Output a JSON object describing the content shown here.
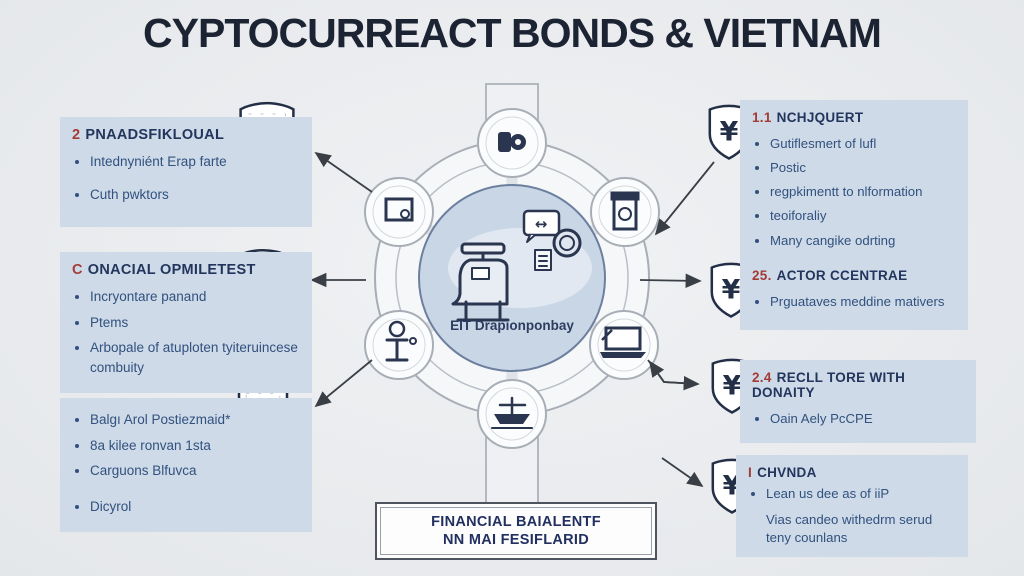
{
  "title": "CYPTOCURREACT BONDS & VIETNAM",
  "colors": {
    "background": "#e9ebee",
    "panel_blue": "#cedae8",
    "heading_navy": "#23355c",
    "accent_red": "#a23b35",
    "bullet_blue": "#31517e",
    "diagram_ring_gray": "#a8aeb6",
    "hub_fill_blue": "#c9d6e6",
    "icon_navy": "#2a3550"
  },
  "left_panels": [
    {
      "number": "2",
      "heading": "PNAADSFIKLOUAL",
      "bullets": [
        "Intednyniént Erap farte",
        "Cuth pwktors"
      ]
    },
    {
      "number": "C",
      "heading": "ONACIAL OPMILETEST",
      "bullets": [
        "Incryontare panand",
        "Ptems",
        "Arbopale of atuploten tyiteruincese combuity"
      ]
    },
    {
      "number": "",
      "heading": "",
      "bullets": [
        "Balgı Arol Postiezmaid*",
        "8a kilee ronvan 1sta",
        "Carguons Blfuvca",
        "Dicyrol"
      ]
    }
  ],
  "right_panels": [
    {
      "number": "1.1",
      "heading": "NCHJQUERT",
      "bullets": [
        "Gutiflesmert of lufl",
        "Postic",
        "regpkimentt to nlformation",
        "teoiforaliy",
        "Many cangike odrting"
      ]
    },
    {
      "number": "25.",
      "heading": "ACTOR CCENTRAE",
      "bullets": [
        "Prguataves meddine mativers"
      ]
    },
    {
      "number": "2.4",
      "heading": "RECLL TORE WITH DONAITY",
      "bullets": [
        "Oain Aely PcCPE"
      ]
    },
    {
      "number": "I",
      "heading": "CHVNDA",
      "bullets": [
        "Lean us dee as of iiP"
      ],
      "note": "Vias candeo withedrm serud teny counlans"
    }
  ],
  "center": {
    "caption": "EIT Drapionponbay",
    "bubble_glyph": "↔"
  },
  "bottom_box": {
    "line1": "FINANCIAL BAIALENTF",
    "line2": "NN MAI FESIFLARID"
  },
  "shield_glyph": "¥",
  "icons": {
    "shields": "yen-shield-badge",
    "satellites": [
      "coin-stack-icon",
      "monitor-icon",
      "jar-icon",
      "pedestal-coin-icon",
      "laptop-icon",
      "boat-icon"
    ],
    "hub": [
      "machine-icon",
      "chat-arrows-icon",
      "coin-icon",
      "document-icon"
    ]
  }
}
